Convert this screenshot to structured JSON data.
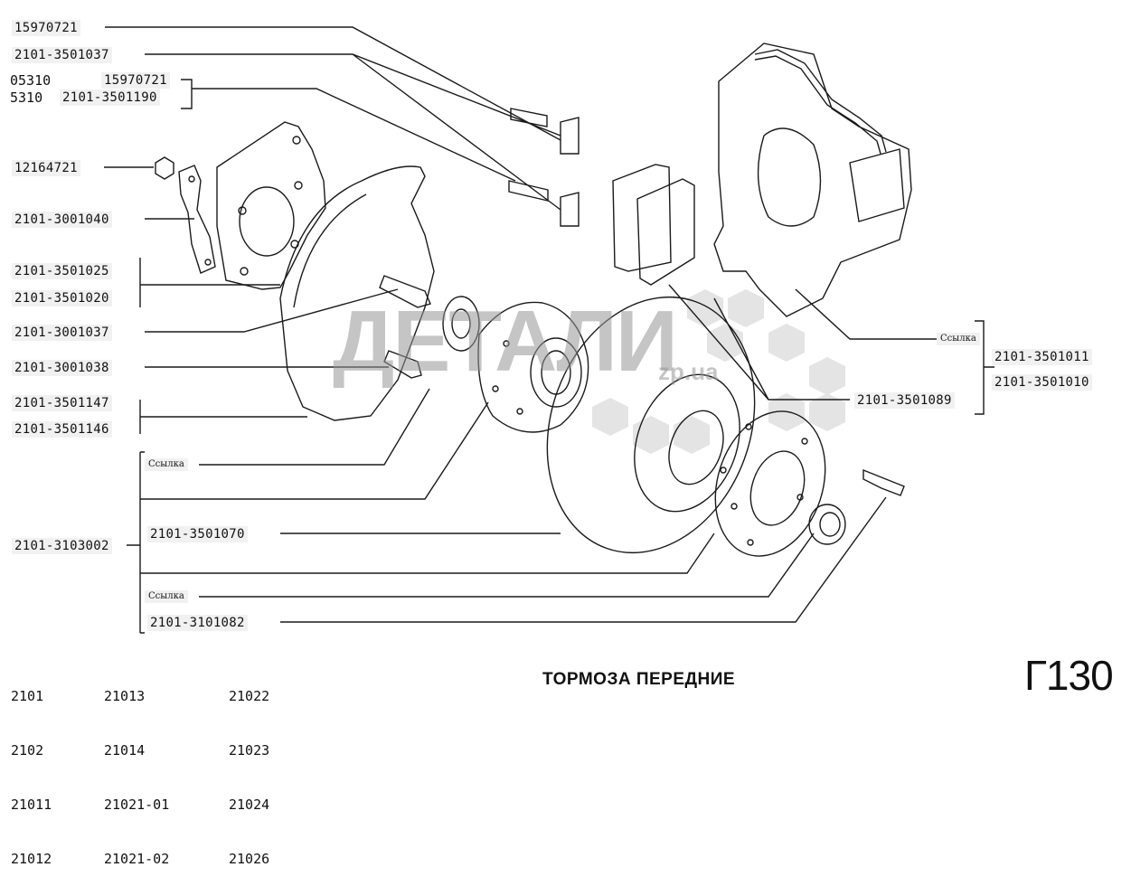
{
  "parts": [
    {
      "id": "p1",
      "code": "15970721"
    },
    {
      "id": "p2",
      "code": "2101-3501037"
    },
    {
      "id": "p3a",
      "code": "05310"
    },
    {
      "id": "p3b",
      "code": "15970721"
    },
    {
      "id": "p4a",
      "code": "5310"
    },
    {
      "id": "p4b",
      "code": "2101-3501190"
    },
    {
      "id": "p5",
      "code": "12164721"
    },
    {
      "id": "p6",
      "code": "2101-3001040"
    },
    {
      "id": "p7",
      "code": "2101-3501025"
    },
    {
      "id": "p8",
      "code": "2101-3501020"
    },
    {
      "id": "p9",
      "code": "2101-3001037"
    },
    {
      "id": "p10",
      "code": "2101-3001038"
    },
    {
      "id": "p11",
      "code": "2101-3501147"
    },
    {
      "id": "p12",
      "code": "2101-3501146"
    },
    {
      "id": "p13",
      "code": "2101-3103002"
    },
    {
      "id": "p14",
      "code": "2101-3501070"
    },
    {
      "id": "p15",
      "code": "2101-3101082"
    },
    {
      "id": "p16",
      "code": "2101-3501011"
    },
    {
      "id": "p17",
      "code": "2101-3501010"
    },
    {
      "id": "p18",
      "code": "2101-3501089"
    }
  ],
  "refs": {
    "label": "Ссылка"
  },
  "watermark": {
    "main": "ДЕТАЛИ",
    "suffix": "zp.ua"
  },
  "models": {
    "col1": [
      "2101",
      "2102",
      "21011",
      "21012"
    ],
    "col2": [
      "21013",
      "21014",
      "21021-01",
      "21021-02"
    ],
    "col3": [
      "21022",
      "21023",
      "21024",
      "21026"
    ]
  },
  "title": "ТОРМОЗА ПЕРЕДНИЕ",
  "page_code": "Г130",
  "colors": {
    "line": "#1a1a1a",
    "label_bg": "#f1f1f1",
    "watermark": "#d8d8d8"
  }
}
